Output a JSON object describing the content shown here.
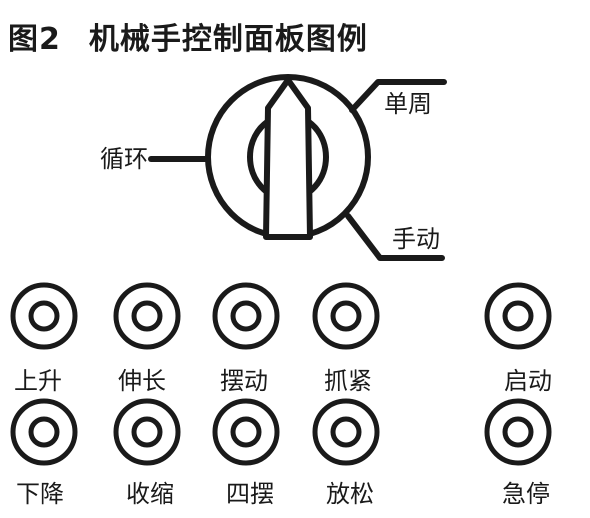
{
  "title": {
    "figure_number": "图2",
    "text": "机械手控制面板图例"
  },
  "mode_switch": {
    "labels": {
      "cycle": "循环",
      "single": "单周",
      "manual": "手动"
    }
  },
  "buttons": {
    "row1": [
      "上升",
      "伸长",
      "摆动",
      "抓紧",
      "启动"
    ],
    "row2": [
      "下降",
      "收缩",
      "四摆",
      "放松",
      "急停"
    ]
  },
  "colors": {
    "ink": "#1a1a1a",
    "background": "#ffffff"
  }
}
